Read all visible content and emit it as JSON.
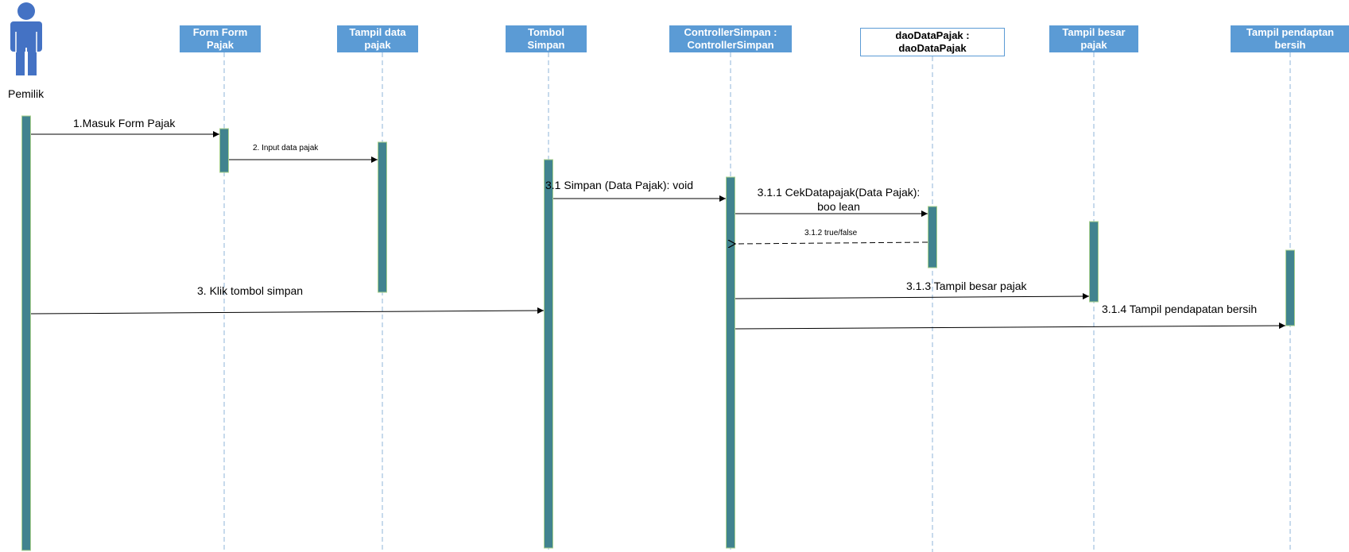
{
  "diagram": {
    "actor": {
      "label": "Pemilik",
      "color": "#4472c4"
    },
    "lifelines": [
      {
        "id": "form",
        "label": "Form Form Pajak",
        "style": "blue"
      },
      {
        "id": "tampildata",
        "label": "Tampil data pajak",
        "style": "blue"
      },
      {
        "id": "tombol",
        "label": "Tombol Simpan",
        "style": "blue"
      },
      {
        "id": "controller",
        "label": "ControllerSimpan : ControllerSimpan",
        "style": "blue"
      },
      {
        "id": "dao",
        "label": "daoDataPajak : daoDataPajak",
        "style": "white"
      },
      {
        "id": "besar",
        "label": "Tampil besar pajak",
        "style": "blue"
      },
      {
        "id": "bersih",
        "label": "Tampil pendaptan bersih",
        "style": "blue"
      }
    ],
    "messages": [
      {
        "id": "m1",
        "label": "1.Masuk Form Pajak",
        "from": "actor",
        "to": "form",
        "kind": "sync"
      },
      {
        "id": "m2",
        "label": "2. Input data pajak",
        "from": "form",
        "to": "tampildata",
        "kind": "sync"
      },
      {
        "id": "m31",
        "label": "3.1 Simpan (Data Pajak): void",
        "from": "tombol",
        "to": "controller",
        "kind": "sync"
      },
      {
        "id": "m311",
        "label": "3.1.1 CekDatapajak(Data Pajak): boo lean",
        "from": "controller",
        "to": "dao",
        "kind": "sync"
      },
      {
        "id": "m312",
        "label": "3.1.2 true/false",
        "from": "dao",
        "to": "controller",
        "kind": "return"
      },
      {
        "id": "m3",
        "label": "3. Klik tombol simpan",
        "from": "actor",
        "to": "tombol",
        "kind": "sync"
      },
      {
        "id": "m313",
        "label": "3.1.3 Tampil besar pajak",
        "from": "controller",
        "to": "besar",
        "kind": "sync"
      },
      {
        "id": "m314",
        "label": "3.1.4 Tampil pendapatan bersih",
        "from": "controller",
        "to": "bersih",
        "kind": "sync"
      }
    ],
    "colors": {
      "header": "#5b9bd5",
      "activation": "#41838f",
      "activation_border": "#a9d18e",
      "lifeline_dash": "#8fb4d9",
      "arrow": "#000000"
    }
  }
}
